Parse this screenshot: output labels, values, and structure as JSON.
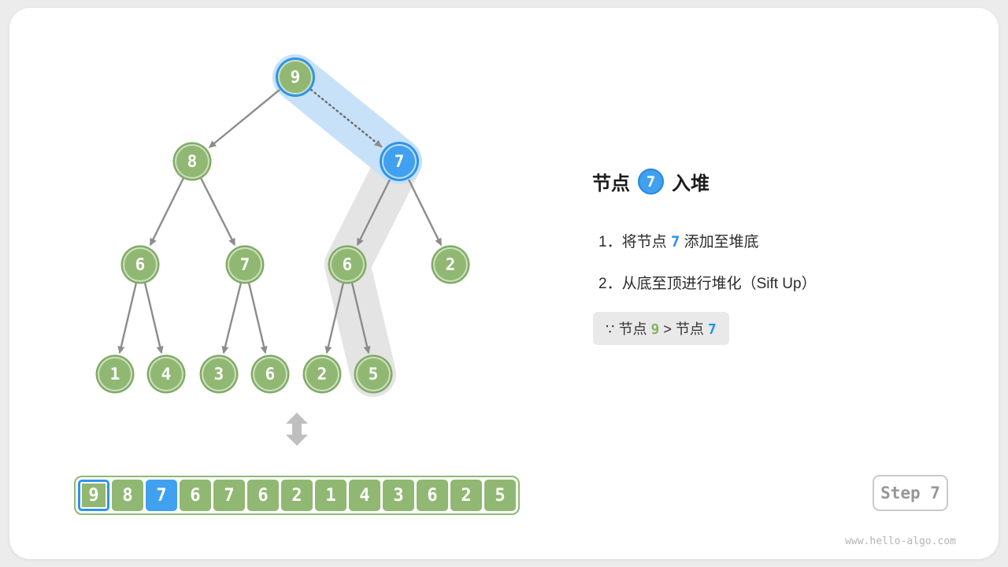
{
  "panel": {
    "title": {
      "prefix": "节点",
      "node_value": "7",
      "suffix": "入堆"
    },
    "steps": [
      {
        "p1": "1．将节点 ",
        "highlight": "7",
        "p2": " 添加至堆底"
      },
      {
        "p1": "2．从底至顶进行堆化（Sift Up）",
        "highlight": "",
        "p2": ""
      }
    ],
    "reason": {
      "p1": "∵ 节点 ",
      "n1": "9",
      "p2": " > 节点 ",
      "n2": "7"
    }
  },
  "heap": {
    "tree": [
      "9",
      "8",
      "7",
      "6",
      "7",
      "6",
      "2",
      "1",
      "4",
      "3",
      "6",
      "2",
      "5"
    ],
    "array": [
      "9",
      "8",
      "7",
      "6",
      "7",
      "6",
      "2",
      "1",
      "4",
      "3",
      "6",
      "2",
      "5"
    ]
  },
  "badge": {
    "label": "Step 7"
  },
  "footer": {
    "watermark": "www.hello-algo.com"
  },
  "colors": {
    "node_green": "#90B873",
    "node_blue": "#41A0EF",
    "ring_blue": "#2E94EA",
    "band_blue": "#C7E1F8",
    "band_gray": "#E4E4E4",
    "arrow_gray": "#8C8C8C"
  }
}
